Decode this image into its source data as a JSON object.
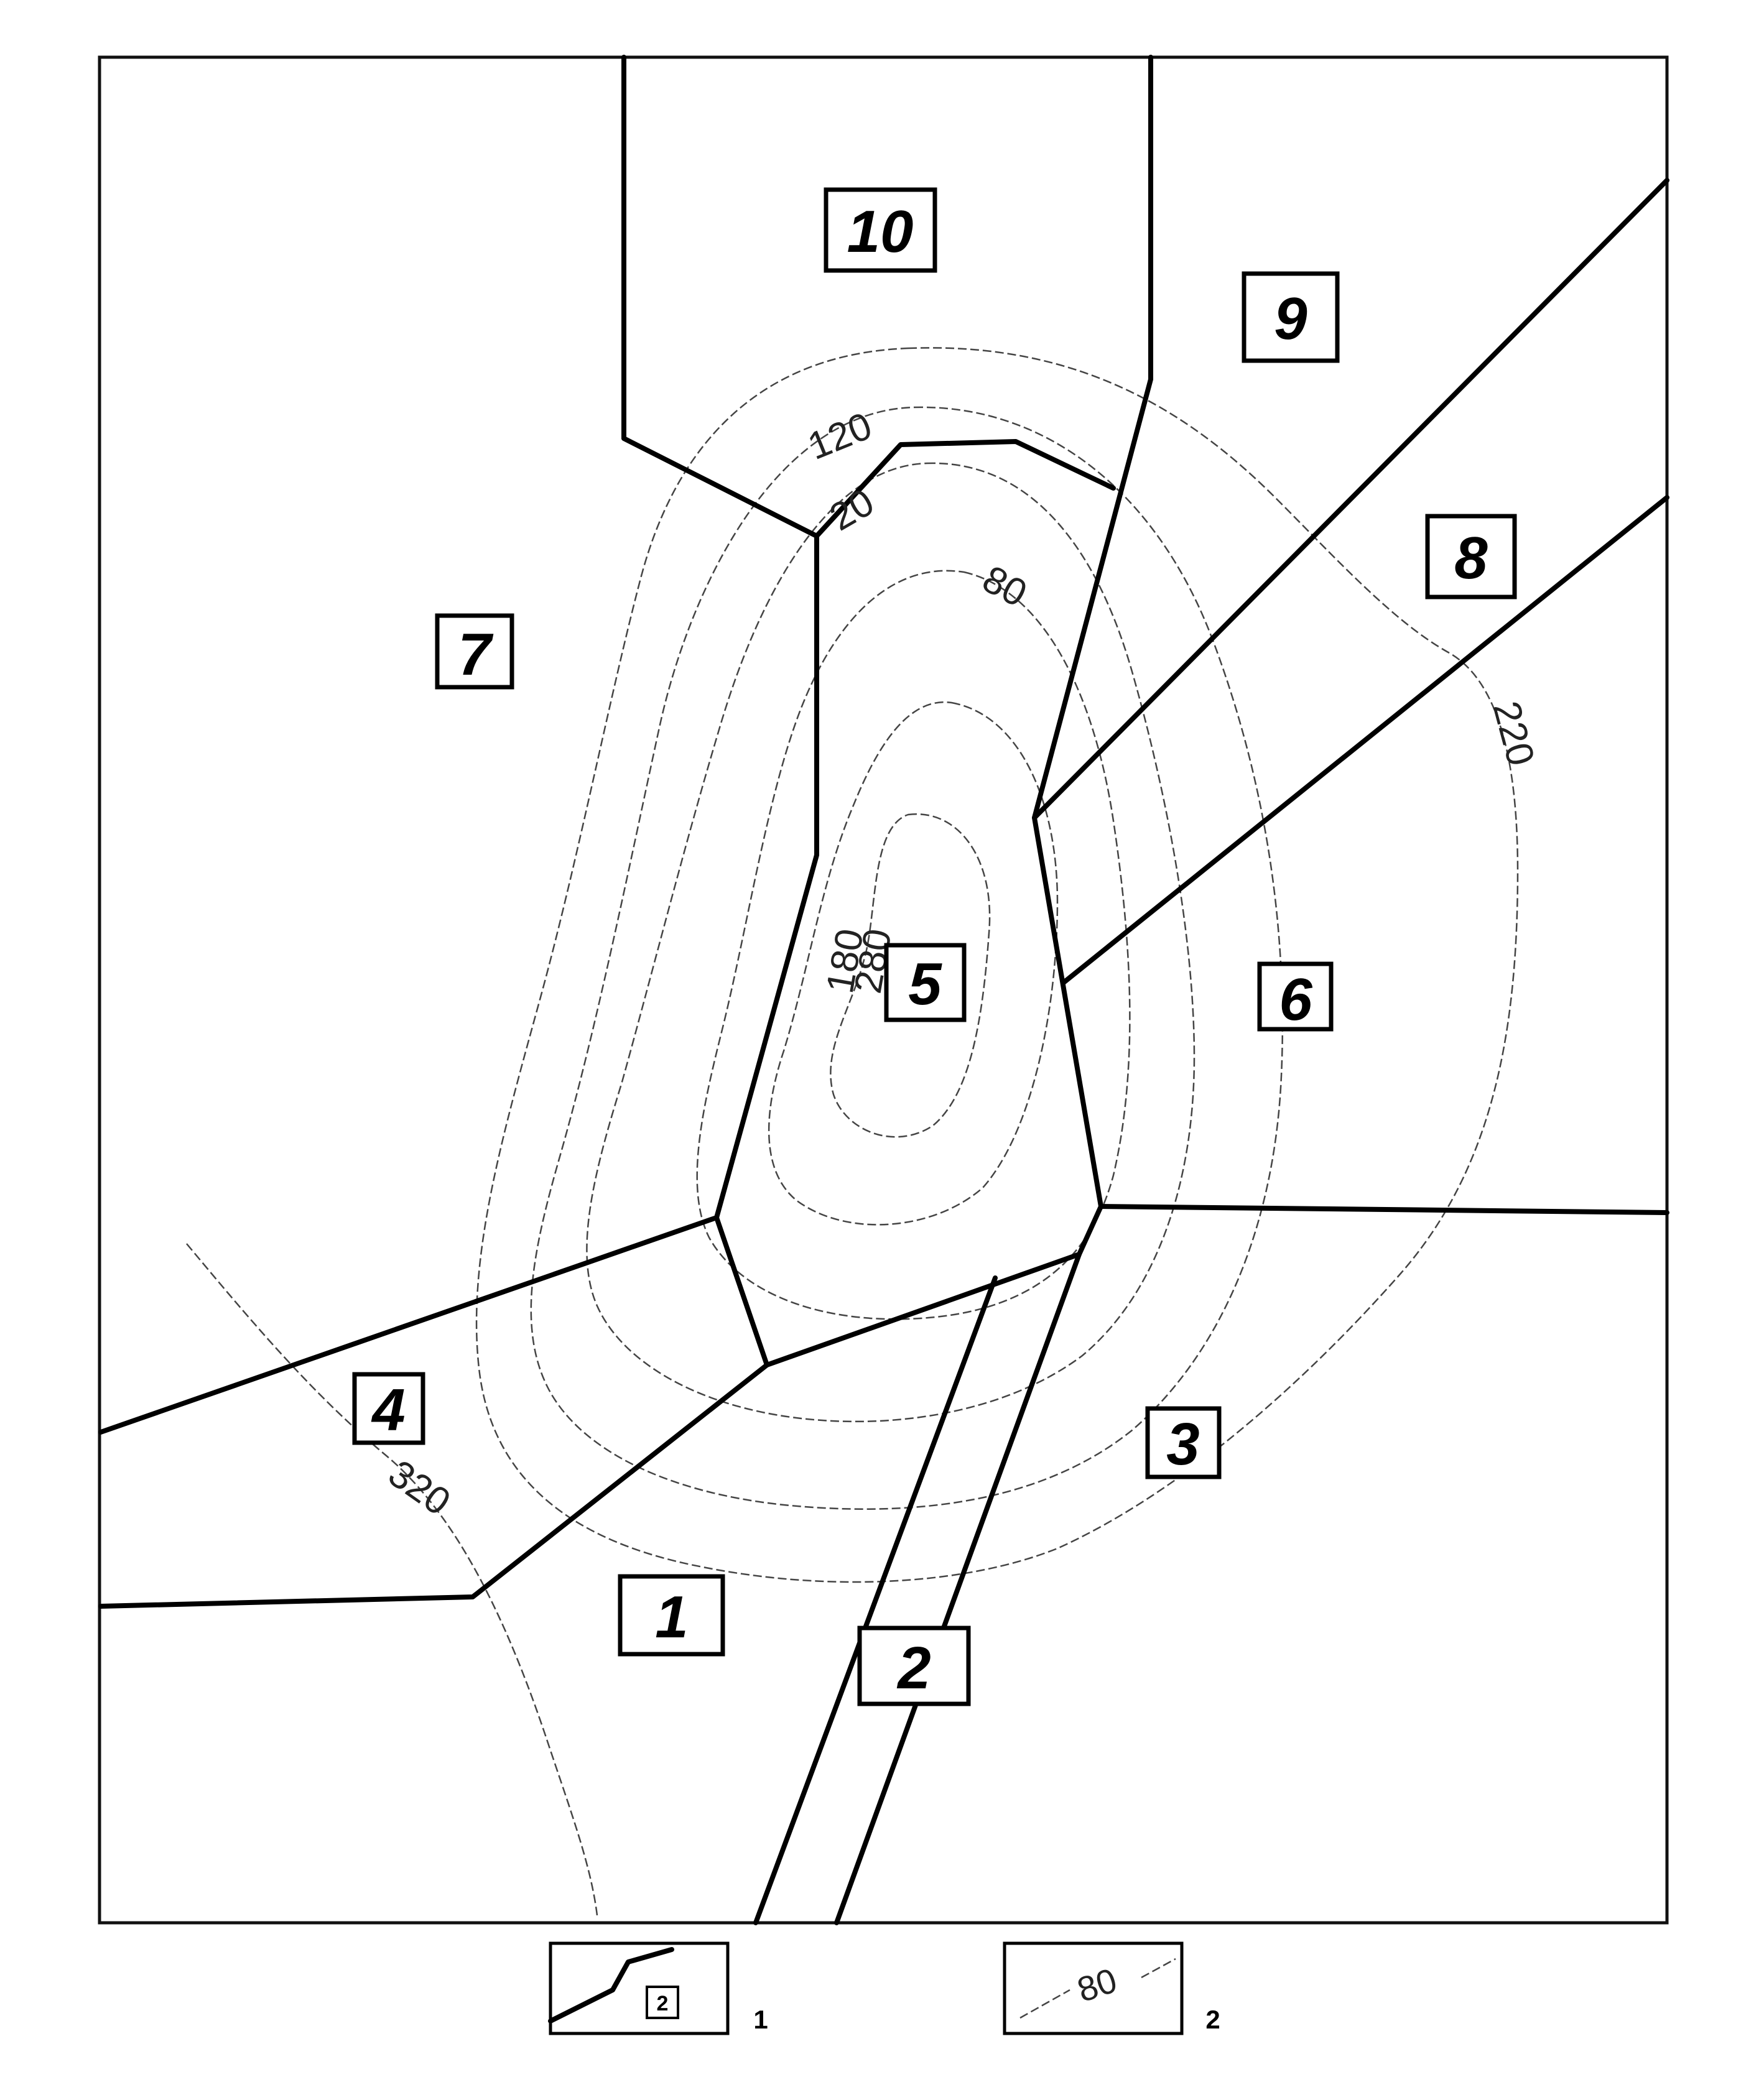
{
  "map": {
    "blocks": [
      "10",
      "9",
      "8",
      "7",
      "6",
      "5",
      "4",
      "3",
      "2",
      "1"
    ],
    "contours": [
      "120",
      "20",
      "80",
      "180",
      "280",
      "220",
      "320"
    ]
  },
  "legend": {
    "items": [
      {
        "number": "1",
        "sample_label": "2"
      },
      {
        "number": "2",
        "sample_label": "80"
      }
    ]
  },
  "colors": {
    "ink": "#000000",
    "paper": "#ffffff",
    "contour": "#444444"
  }
}
